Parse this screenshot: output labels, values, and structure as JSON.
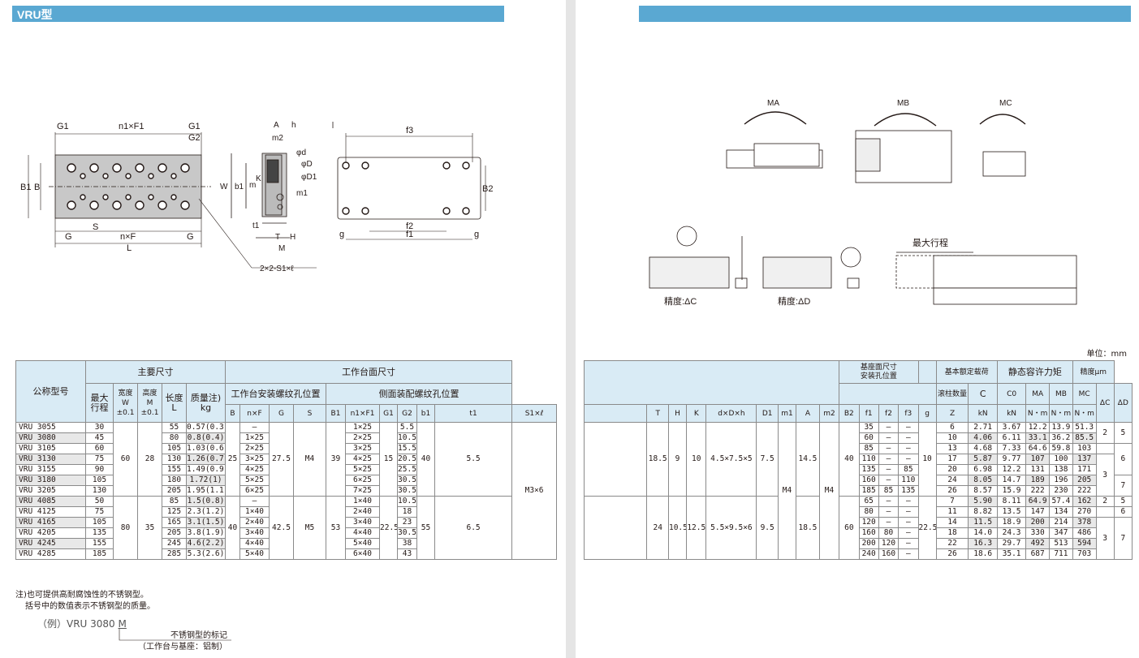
{
  "left": {
    "title": "VRU型",
    "drawing": {
      "G1": "G1",
      "n1F1": "n1×F1",
      "G2": "G2",
      "B1": "B1",
      "B": "B",
      "S": "S",
      "G": "G",
      "nF": "n×F",
      "L": "L",
      "A": "A",
      "h": "h",
      "m2": "m2",
      "d": "φd",
      "D": "φD",
      "D1": "φD1",
      "W": "W",
      "b1": "b1",
      "m": "m",
      "K": "K",
      "m1": "m1",
      "t1": "t1",
      "T": "T",
      "H": "H",
      "M": "M",
      "f3": "f3",
      "B2": "B2",
      "g": "g",
      "f2": "f2",
      "f1": "f1",
      "screw": "2×2-S1×ℓ"
    },
    "table": {
      "h_model": "公称型号",
      "h_main": "主要尺寸",
      "h_table_face": "工作台面尺寸",
      "h_stroke": "最大\n行程",
      "h_width": "宽度\nW\n±0.1",
      "h_height": "高度\nM\n±0.1",
      "h_length": "长度\nL",
      "h_mass": "质量注)\nkg",
      "h_mount": "工作台安装螺纹孔位置",
      "h_side": "侧面装配螺纹孔位置",
      "sub": [
        "B",
        "n×F",
        "G",
        "S",
        "B1",
        "n1×F1",
        "G1",
        "G2",
        "b1",
        "t1",
        "S1×ℓ"
      ],
      "group1": {
        "W": "60",
        "M": "28",
        "B": "25",
        "G": "27.5",
        "S": "M4",
        "B1": "39",
        "G1": "15",
        "b1": "40",
        "t1": "5.5"
      },
      "group2": {
        "W": "80",
        "M": "35",
        "B": "40",
        "G": "42.5",
        "S": "M5",
        "B1": "53",
        "G1": "22.5",
        "b1": "55",
        "t1": "6.5"
      },
      "s1l": "M3×6",
      "rows": [
        {
          "model": "VRU 3055",
          "stroke": "30",
          "L": "55",
          "mass": "0.57(0.3)",
          "nF": "—",
          "n1F1": "1×25",
          "G2": "5.5"
        },
        {
          "model": "VRU 3080",
          "stroke": "45",
          "L": "80",
          "mass": "0.8(0.4)",
          "nF": "1×25",
          "n1F1": "2×25",
          "G2": "10.5"
        },
        {
          "model": "VRU 3105",
          "stroke": "60",
          "L": "105",
          "mass": "1.03(0.6)",
          "nF": "2×25",
          "n1F1": "3×25",
          "G2": "15.5"
        },
        {
          "model": "VRU 3130",
          "stroke": "75",
          "L": "130",
          "mass": "1.26(0.7)",
          "nF": "3×25",
          "n1F1": "4×25",
          "G2": "20.5"
        },
        {
          "model": "VRU 3155",
          "stroke": "90",
          "L": "155",
          "mass": "1.49(0.9)",
          "nF": "4×25",
          "n1F1": "5×25",
          "G2": "25.5"
        },
        {
          "model": "VRU 3180",
          "stroke": "105",
          "L": "180",
          "mass": "1.72(1)",
          "nF": "5×25",
          "n1F1": "6×25",
          "G2": "30.5"
        },
        {
          "model": "VRU 3205",
          "stroke": "130",
          "L": "205",
          "mass": "1.95(1.1)",
          "nF": "6×25",
          "n1F1": "7×25",
          "G2": "30.5"
        },
        {
          "model": "VRU 4085",
          "stroke": "50",
          "L": "85",
          "mass": "1.5(0.8)",
          "nF": "—",
          "n1F1": "1×40",
          "G2": "10.5"
        },
        {
          "model": "VRU 4125",
          "stroke": "75",
          "L": "125",
          "mass": "2.3(1.2)",
          "nF": "1×40",
          "n1F1": "2×40",
          "G2": "18"
        },
        {
          "model": "VRU 4165",
          "stroke": "105",
          "L": "165",
          "mass": "3.1(1.5)",
          "nF": "2×40",
          "n1F1": "3×40",
          "G2": "23"
        },
        {
          "model": "VRU 4205",
          "stroke": "135",
          "L": "205",
          "mass": "3.8(1.9)",
          "nF": "3×40",
          "n1F1": "4×40",
          "G2": "30.5"
        },
        {
          "model": "VRU 4245",
          "stroke": "155",
          "L": "245",
          "mass": "4.6(2.2)",
          "nF": "4×40",
          "n1F1": "5×40",
          "G2": "38"
        },
        {
          "model": "VRU 4285",
          "stroke": "185",
          "L": "285",
          "mass": "5.3(2.6)",
          "nF": "5×40",
          "n1F1": "6×40",
          "G2": "43"
        }
      ]
    },
    "notes": {
      "n1": "注)也可提供高耐腐蚀性的不锈钢型。",
      "n2": "括号中的数值表示不锈钢型的质量。",
      "example_prefix": "（例）VRU 3080",
      "example_suffix": "M",
      "example_label1": "不锈钢型的标记",
      "example_label2": "（工作台与基座：铝制）"
    }
  },
  "right": {
    "title": "",
    "diagrams": {
      "MA": "MA",
      "MB": "MB",
      "MC": "MC",
      "acc_c": "精度:ΔC",
      "acc_d": "精度:ΔD",
      "max_stroke": "最大行程"
    },
    "unit": "单位：mm",
    "table": {
      "h_base": "基座面尺寸\n安装孔位置",
      "h_load": "基本额定载荷",
      "h_moment": "静态容许力矩",
      "h_acc": "精度μm",
      "sub": [
        "T",
        "H",
        "K",
        "d×D×h",
        "D1",
        "m1",
        "A",
        "m2",
        "B2",
        "f1",
        "f2",
        "f3",
        "g",
        "Z",
        "C",
        "C0",
        "MA",
        "MB",
        "MC",
        "ΔC",
        "ΔD"
      ],
      "extra_head": {
        "Z": "滚柱数量",
        "C": "kN",
        "C0": "kN",
        "MA": "N・m",
        "MB": "N・m",
        "MC": "N・m"
      },
      "group1": {
        "T": "18.5",
        "H": "9",
        "K": "10",
        "dDh": "4.5×7.5×5",
        "D1": "7.5",
        "A": "14.5",
        "B2": "40",
        "g": "10"
      },
      "group2": {
        "T": "24",
        "H": "10.5",
        "K": "12.5",
        "dDh": "5.5×9.5×6",
        "D1": "9.5",
        "A": "18.5",
        "B2": "60",
        "g": "22.5"
      },
      "m1": "M4",
      "m2": "M4",
      "rows": [
        {
          "f1": "35",
          "f2": "—",
          "f3": "—",
          "Z": "6",
          "C": "2.71",
          "C0": "3.67",
          "MA": "12.2",
          "MB": "13.9",
          "MC": "51.3"
        },
        {
          "f1": "60",
          "f2": "—",
          "f3": "—",
          "Z": "10",
          "C": "4.06",
          "C0": "6.11",
          "MA": "33.1",
          "MB": "36.2",
          "MC": "85.5"
        },
        {
          "f1": "85",
          "f2": "—",
          "f3": "—",
          "Z": "13",
          "C": "4.68",
          "C0": "7.33",
          "MA": "64.6",
          "MB": "59.8",
          "MC": "103"
        },
        {
          "f1": "110",
          "f2": "—",
          "f3": "—",
          "Z": "17",
          "C": "5.87",
          "C0": "9.77",
          "MA": "107",
          "MB": "100",
          "MC": "137"
        },
        {
          "f1": "135",
          "f2": "—",
          "f3": "85",
          "Z": "20",
          "C": "6.98",
          "C0": "12.2",
          "MA": "131",
          "MB": "138",
          "MC": "171"
        },
        {
          "f1": "160",
          "f2": "—",
          "f3": "110",
          "Z": "24",
          "C": "8.05",
          "C0": "14.7",
          "MA": "189",
          "MB": "196",
          "MC": "205"
        },
        {
          "f1": "185",
          "f2": "85",
          "f3": "135",
          "Z": "26",
          "C": "8.57",
          "C0": "15.9",
          "MA": "222",
          "MB": "230",
          "MC": "222"
        },
        {
          "f1": "65",
          "f2": "—",
          "f3": "—",
          "Z": "7",
          "C": "5.90",
          "C0": "8.11",
          "MA": "64.9",
          "MB": "57.4",
          "MC": "162"
        },
        {
          "f1": "80",
          "f2": "—",
          "f3": "—",
          "Z": "11",
          "C": "8.82",
          "C0": "13.5",
          "MA": "147",
          "MB": "134",
          "MC": "270"
        },
        {
          "f1": "120",
          "f2": "—",
          "f3": "—",
          "Z": "14",
          "C": "11.5",
          "C0": "18.9",
          "MA": "200",
          "MB": "214",
          "MC": "378"
        },
        {
          "f1": "160",
          "f2": "80",
          "f3": "—",
          "Z": "18",
          "C": "14.0",
          "C0": "24.3",
          "MA": "330",
          "MB": "347",
          "MC": "486"
        },
        {
          "f1": "200",
          "f2": "120",
          "f3": "—",
          "Z": "22",
          "C": "16.3",
          "C0": "29.7",
          "MA": "492",
          "MB": "513",
          "MC": "594"
        },
        {
          "f1": "240",
          "f2": "160",
          "f3": "—",
          "Z": "26",
          "C": "18.6",
          "C0": "35.1",
          "MA": "687",
          "MB": "711",
          "MC": "703"
        }
      ],
      "acc": {
        "r1c": "2",
        "r1d": "5",
        "r3d": "6",
        "r4c": "3",
        "r6d": "7",
        "r8c": "2",
        "r8d": "5",
        "r9d": "6",
        "r10c": "3",
        "r10d": "7",
        "g1_g_row": "10"
      }
    }
  }
}
